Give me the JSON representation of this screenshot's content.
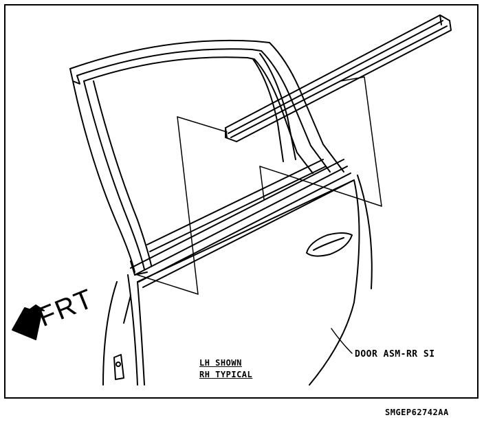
{
  "diagram": {
    "direction_label": "FRT",
    "callout_label": "DOOR ASM-RR SI",
    "note_line1": "LH SHOWN",
    "note_line2": "RH TYPICAL",
    "figure_id": "SMGEP62742AA"
  },
  "colors": {
    "ink": "#000000",
    "paper": "#ffffff"
  }
}
